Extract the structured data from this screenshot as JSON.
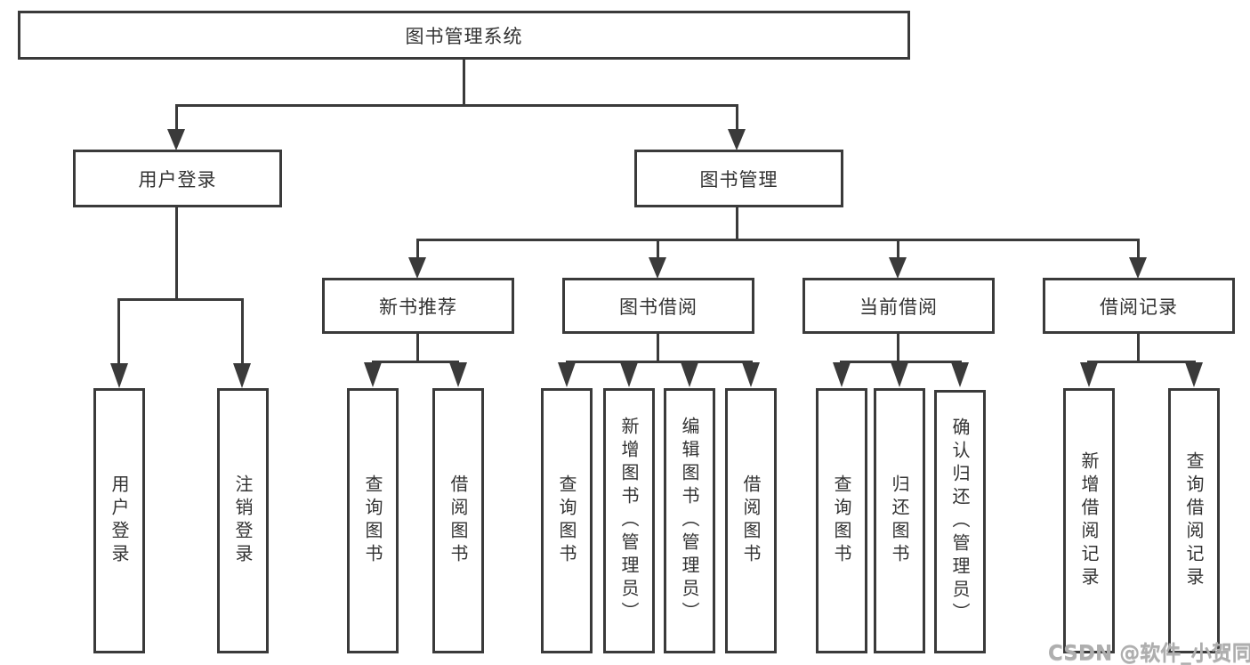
{
  "diagram": {
    "type": "hierarchy-tree",
    "root": {
      "label": "图书管理系统",
      "children": [
        {
          "label": "用户登录",
          "children": [
            {
              "label": "用户登录"
            },
            {
              "label": "注销登录"
            }
          ]
        },
        {
          "label": "图书管理",
          "children": [
            {
              "label": "新书推荐",
              "children": [
                {
                  "label": "查询图书"
                },
                {
                  "label": "借阅图书"
                }
              ]
            },
            {
              "label": "图书借阅",
              "children": [
                {
                  "label": "查询图书"
                },
                {
                  "label": "新增图书（管理员）"
                },
                {
                  "label": "编辑图书（管理员）"
                },
                {
                  "label": "借阅图书"
                }
              ]
            },
            {
              "label": "当前借阅",
              "children": [
                {
                  "label": "查询图书"
                },
                {
                  "label": "归还图书"
                },
                {
                  "label": "确认归还（管理员）"
                }
              ]
            },
            {
              "label": "借阅记录",
              "children": [
                {
                  "label": "新增借阅记录"
                },
                {
                  "label": "查询借阅记录"
                }
              ]
            }
          ]
        }
      ]
    },
    "colors": {
      "line": "#3a3a3a",
      "text": "#333333",
      "background": "#ffffff",
      "watermark": "#aeaeae"
    }
  },
  "watermark": {
    "text": "CSDN @软件_小贺同学"
  }
}
